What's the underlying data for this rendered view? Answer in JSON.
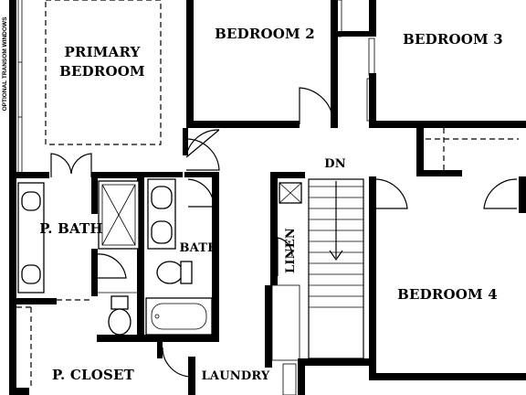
{
  "plan": {
    "rooms": {
      "primary_bedroom_line1": "PRIMARY",
      "primary_bedroom_line2": "BEDROOM",
      "bedroom_2": "BEDROOM 2",
      "bedroom_3": "BEDROOM 3",
      "bedroom_4": "BEDROOM 4",
      "p_bath": "P. BATH",
      "bath": "BATH",
      "linen": "LINEN",
      "p_closet": "P. CLOSET",
      "laundry": "LAUNDRY"
    },
    "stair_label": "DN",
    "side_note": "OPTIONAL TRANSOM WINDOWS"
  }
}
